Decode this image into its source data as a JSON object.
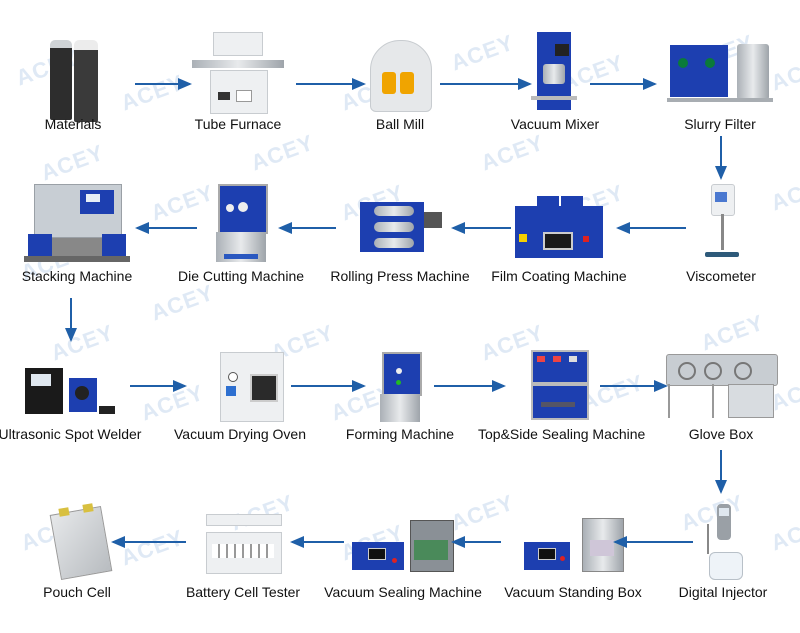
{
  "watermark": "ACEY",
  "colors": {
    "arrow": "#1f5fa8",
    "equipment_blue": "#1d3fb0",
    "watermark": "#dfe9f5"
  },
  "steps": [
    {
      "id": 1,
      "label": "Materials"
    },
    {
      "id": 2,
      "label": "Tube Furnace"
    },
    {
      "id": 3,
      "label": "Ball Mill"
    },
    {
      "id": 4,
      "label": "Vacuum Mixer"
    },
    {
      "id": 5,
      "label": "Slurry Filter"
    },
    {
      "id": 6,
      "label": "Viscometer"
    },
    {
      "id": 7,
      "label": "Film Coating Machine"
    },
    {
      "id": 8,
      "label": "Rolling Press Machine"
    },
    {
      "id": 9,
      "label": "Die Cutting Machine"
    },
    {
      "id": 10,
      "label": "Stacking Machine"
    },
    {
      "id": 11,
      "label": "Ultrasonic Spot Welder"
    },
    {
      "id": 12,
      "label": "Vacuum Drying Oven"
    },
    {
      "id": 13,
      "label": "Forming Machine"
    },
    {
      "id": 14,
      "label": "Top&Side Sealing Machine"
    },
    {
      "id": 15,
      "label": "Glove Box"
    },
    {
      "id": 16,
      "label": "Digital Injector"
    },
    {
      "id": 17,
      "label": "Vacuum Standing Box"
    },
    {
      "id": 18,
      "label": "Vacuum Sealing Machine"
    },
    {
      "id": 19,
      "label": "Battery Cell Tester"
    },
    {
      "id": 20,
      "label": "Pouch Cell"
    }
  ],
  "flow": [
    {
      "from": "Materials",
      "to": "Tube Furnace",
      "direction": "right"
    },
    {
      "from": "Tube Furnace",
      "to": "Ball Mill",
      "direction": "right"
    },
    {
      "from": "Ball Mill",
      "to": "Vacuum Mixer",
      "direction": "right"
    },
    {
      "from": "Vacuum Mixer",
      "to": "Slurry Filter",
      "direction": "right"
    },
    {
      "from": "Slurry Filter",
      "to": "Viscometer",
      "direction": "down"
    },
    {
      "from": "Viscometer",
      "to": "Film Coating Machine",
      "direction": "left"
    },
    {
      "from": "Film Coating Machine",
      "to": "Rolling Press Machine",
      "direction": "left"
    },
    {
      "from": "Rolling Press Machine",
      "to": "Die Cutting Machine",
      "direction": "left"
    },
    {
      "from": "Die Cutting Machine",
      "to": "Stacking Machine",
      "direction": "left"
    },
    {
      "from": "Stacking Machine",
      "to": "Ultrasonic Spot Welder",
      "direction": "down"
    },
    {
      "from": "Ultrasonic Spot Welder",
      "to": "Vacuum Drying Oven",
      "direction": "right"
    },
    {
      "from": "Vacuum Drying Oven",
      "to": "Forming Machine",
      "direction": "right"
    },
    {
      "from": "Forming Machine",
      "to": "Top&Side Sealing Machine",
      "direction": "right"
    },
    {
      "from": "Top&Side Sealing Machine",
      "to": "Glove Box",
      "direction": "right"
    },
    {
      "from": "Glove Box",
      "to": "Digital Injector",
      "direction": "down"
    },
    {
      "from": "Digital Injector",
      "to": "Vacuum Standing Box",
      "direction": "left"
    },
    {
      "from": "Vacuum Standing Box",
      "to": "Vacuum Sealing Machine",
      "direction": "left"
    },
    {
      "from": "Vacuum Sealing Machine",
      "to": "Battery Cell Tester",
      "direction": "left"
    },
    {
      "from": "Battery Cell Tester",
      "to": "Pouch Cell",
      "direction": "left"
    }
  ]
}
